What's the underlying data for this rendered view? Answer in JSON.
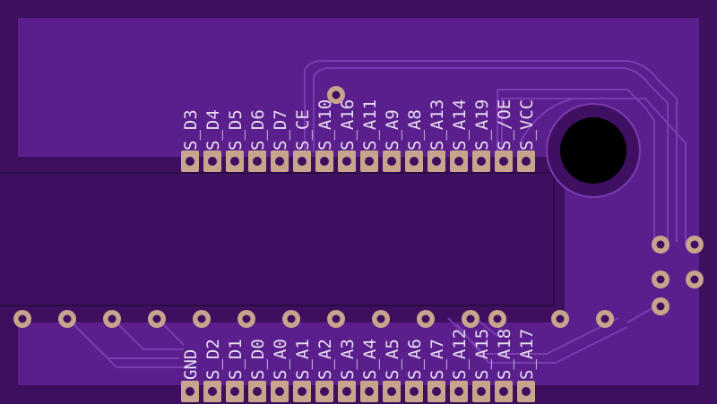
{
  "colors": {
    "board": "#3d0f5e",
    "pour": "#5b1f8d",
    "trace": "#7a3bb0",
    "pad": "#c9a48d",
    "drill": "#3d0f5e",
    "silk": "#e6dcef",
    "hole": "#000000"
  },
  "top_row_labels": [
    "S_D3",
    "S_D4",
    "S_D5",
    "S_D6",
    "S_D7",
    "S_CE",
    "S_A10",
    "S_A16",
    "S_A11",
    "S_A9",
    "S_A8",
    "S_A13",
    "S_A14",
    "S_A19",
    "S_/OE",
    "S_VCC"
  ],
  "bottom_row_labels": [
    "GND",
    "S_D2",
    "S_D1",
    "S_D0",
    "S_A0",
    "S_A1",
    "S_A2",
    "S_A3",
    "S_A4",
    "S_A5",
    "S_A6",
    "S_A7",
    "S_A12",
    "S_A15",
    "S_A18",
    "S_A17"
  ]
}
